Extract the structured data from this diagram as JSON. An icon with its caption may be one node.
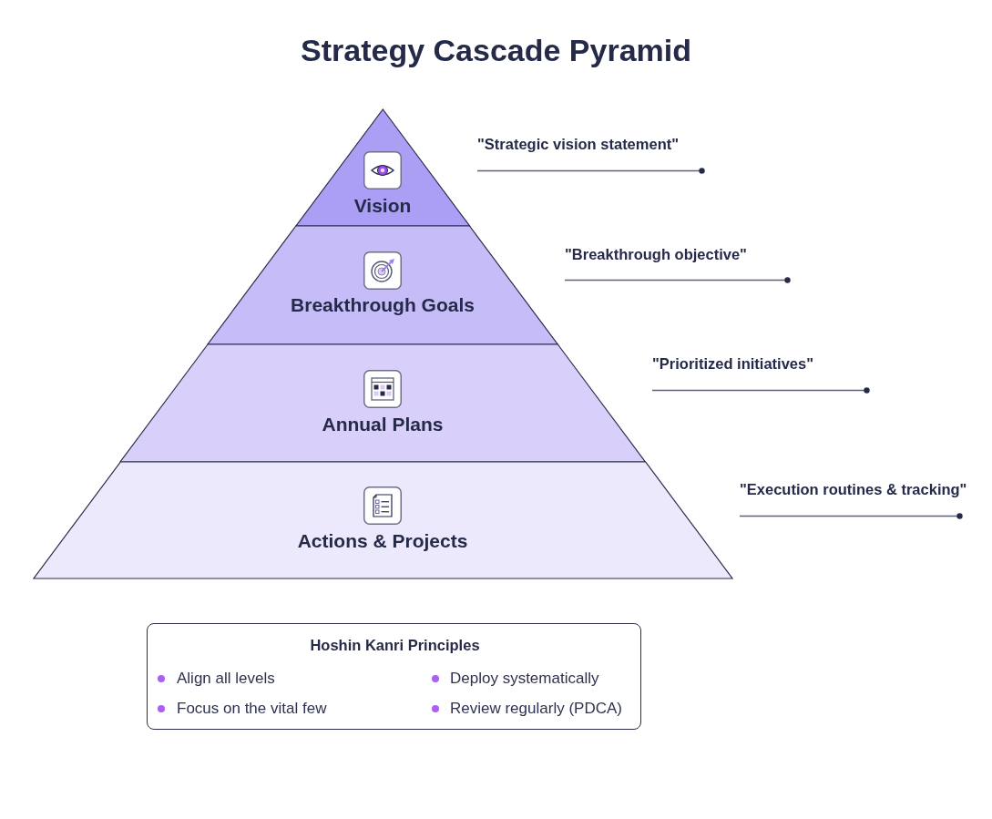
{
  "diagram": {
    "title": "Strategy Cascade Pyramid",
    "nodes": [
      {
        "text": [
          "Vision"
        ],
        "beside": [
          "\"Strategic vision statement\""
        ]
      },
      {
        "text": [
          "Breakthrough Goals"
        ],
        "beside": [
          "\"Breakthrough objective\""
        ]
      },
      {
        "text": [
          "Annual Plans"
        ],
        "beside": [
          "\"Prioritized initiatives\""
        ]
      },
      {
        "text": [
          "Actions & Projects"
        ],
        "beside": [
          "\"Execution routines & tracking\""
        ]
      },
      {
        "text": [
          "Hoshin Kanri Principles",
          "Align all levels",
          "Deploy systematically",
          "Focus on the vital few",
          "Review regularly (PDCA)"
        ]
      }
    ]
  }
}
